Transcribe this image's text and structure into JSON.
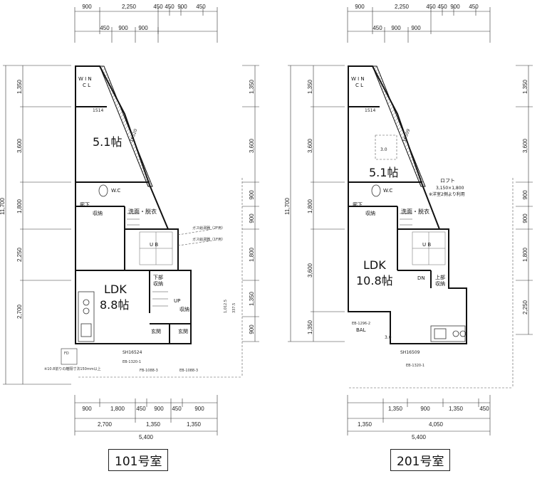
{
  "plans": [
    {
      "id": "101",
      "room_label": "101号室",
      "top_dims_row1": [
        "900",
        "2,250",
        "450",
        "450",
        "900",
        "450"
      ],
      "top_dims_row2": [
        "450",
        "900",
        "900"
      ],
      "left_dims": [
        "1,350",
        "3,600",
        "1,800",
        "2,250",
        "2,700"
      ],
      "left_total": "11,700",
      "right_dims": [
        "1,350",
        "3,600",
        "900",
        "900",
        "1,800",
        "1,350",
        "900"
      ],
      "bottom_dims_row1": [
        "900",
        "1,800",
        "450",
        "900",
        "450",
        "900"
      ],
      "bottom_dims_row2": [
        "2,700",
        "1,350",
        "1,350"
      ],
      "bottom_total": "5,400",
      "rooms": {
        "wcl": "W I N\nC L",
        "bedroom": "5.1帖",
        "wc": "W.C",
        "hall": "廊下",
        "storage": "収納",
        "washroom": "洗面・脱衣",
        "ub": "U B",
        "shoe": "下部\n収納",
        "ldk": "LDK",
        "ldk_size": "8.8帖",
        "up": "UP",
        "entrance1": "玄関",
        "entrance2": "玄関",
        "storage2": "収納"
      },
      "notes": {
        "sh": "SH16524",
        "eb1": "EB-1320-1",
        "fb": "FB-1088-3",
        "eb2": "EB-1088-3",
        "gas1": "ガス給湯器（2F用）",
        "gas2": "ガス給湯器（1F用）",
        "dim_1012": "1,012.5",
        "dim_337": "337.5",
        "dim_1514": "1514",
        "dim_16520": "16520",
        "fd": "FD",
        "note_bottom": "※10.8前りの離隔寸法150mm以上"
      }
    },
    {
      "id": "201",
      "room_label": "201号室",
      "top_dims_row1": [
        "900",
        "2,250",
        "450",
        "450",
        "900",
        "450"
      ],
      "top_dims_row2": [
        "450",
        "900",
        "900"
      ],
      "left_dims": [
        "1,350",
        "3,600",
        "1,800",
        "3,600",
        "1,350"
      ],
      "left_total": "11,700",
      "right_dims": [
        "1,350",
        "3,600",
        "900",
        "900",
        "1,800",
        "2,250"
      ],
      "bottom_dims_row1": [
        "1,350",
        "900",
        "1,350",
        "450"
      ],
      "bottom_dims_row2": [
        "1,350",
        "4,050"
      ],
      "bottom_total": "5,400",
      "rooms": {
        "wcl": "W I N\nC L",
        "bedroom": "5.1帖",
        "wc": "W.C",
        "hall": "廊下",
        "storage": "収納",
        "washroom": "洗面・脱衣",
        "ub": "U B",
        "shoe": "上部\n収納",
        "ldk": "LDK",
        "ldk_size": "10.8帖",
        "dn": "DN",
        "bal": "BAL",
        "loft": "ロフト",
        "loft_size": "3,150×1,800",
        "loft_note": "※洋室2側より利用",
        "s30": "3.0",
        "b30": "3.0"
      },
      "notes": {
        "sh": "SH16509",
        "eb1": "EB-1320-1",
        "eb2": "EB-1296-2",
        "dim_1514": "1514",
        "dim_16509": "16509"
      }
    }
  ]
}
